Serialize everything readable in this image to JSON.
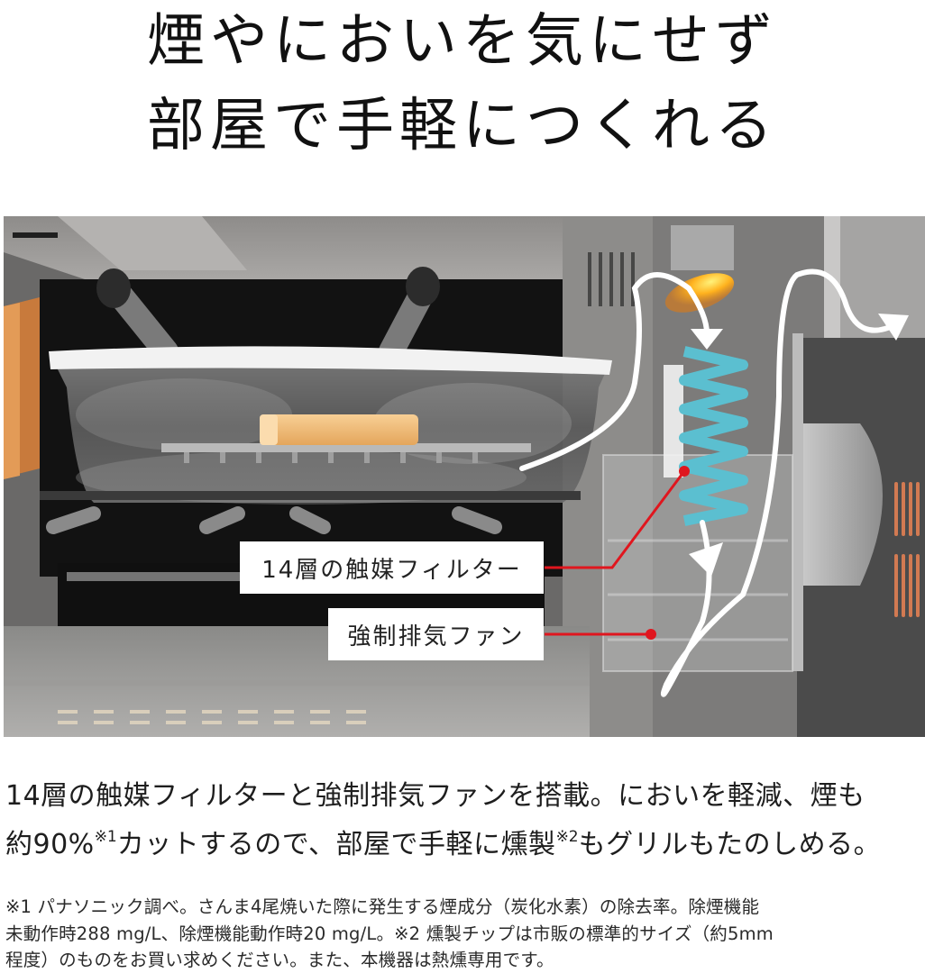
{
  "headline": {
    "line1": "煙やにおいを気にせず",
    "line2": "部屋で手軽につくれる"
  },
  "figure": {
    "callouts": [
      {
        "label": "14層の触媒フィルター",
        "target": "catalyst-filter"
      },
      {
        "label": "強制排気ファン",
        "target": "exhaust-fan"
      }
    ],
    "colors": {
      "callout_line": "#e0161e",
      "filter_coil": "#5bbfd0",
      "heater_glow": "#ffb21e",
      "airflow_arrow": "#ffffff",
      "food": "#f0b978"
    }
  },
  "description": {
    "line1": "14層の触媒フィルターと強制排気ファンを搭載。においを軽減、煙も",
    "line2_a": "約90%",
    "line2_sup1": "※1",
    "line2_b": "カットするので、部屋で手軽に燻製",
    "line2_sup2": "※2",
    "line2_c": "もグリルもたのしめる。"
  },
  "notes": {
    "line1": "※1 パナソニック調べ。さんま4尾焼いた際に発生する煙成分（炭化水素）の除去率。除煙機能",
    "line2": "未動作時288 mg/L、除煙機能動作時20 mg/L。※2 燻製チップは市販の標準的サイズ（約5mm",
    "line3": "程度）のものをお買い求めください。また、本機器は熱燻専用です。"
  }
}
